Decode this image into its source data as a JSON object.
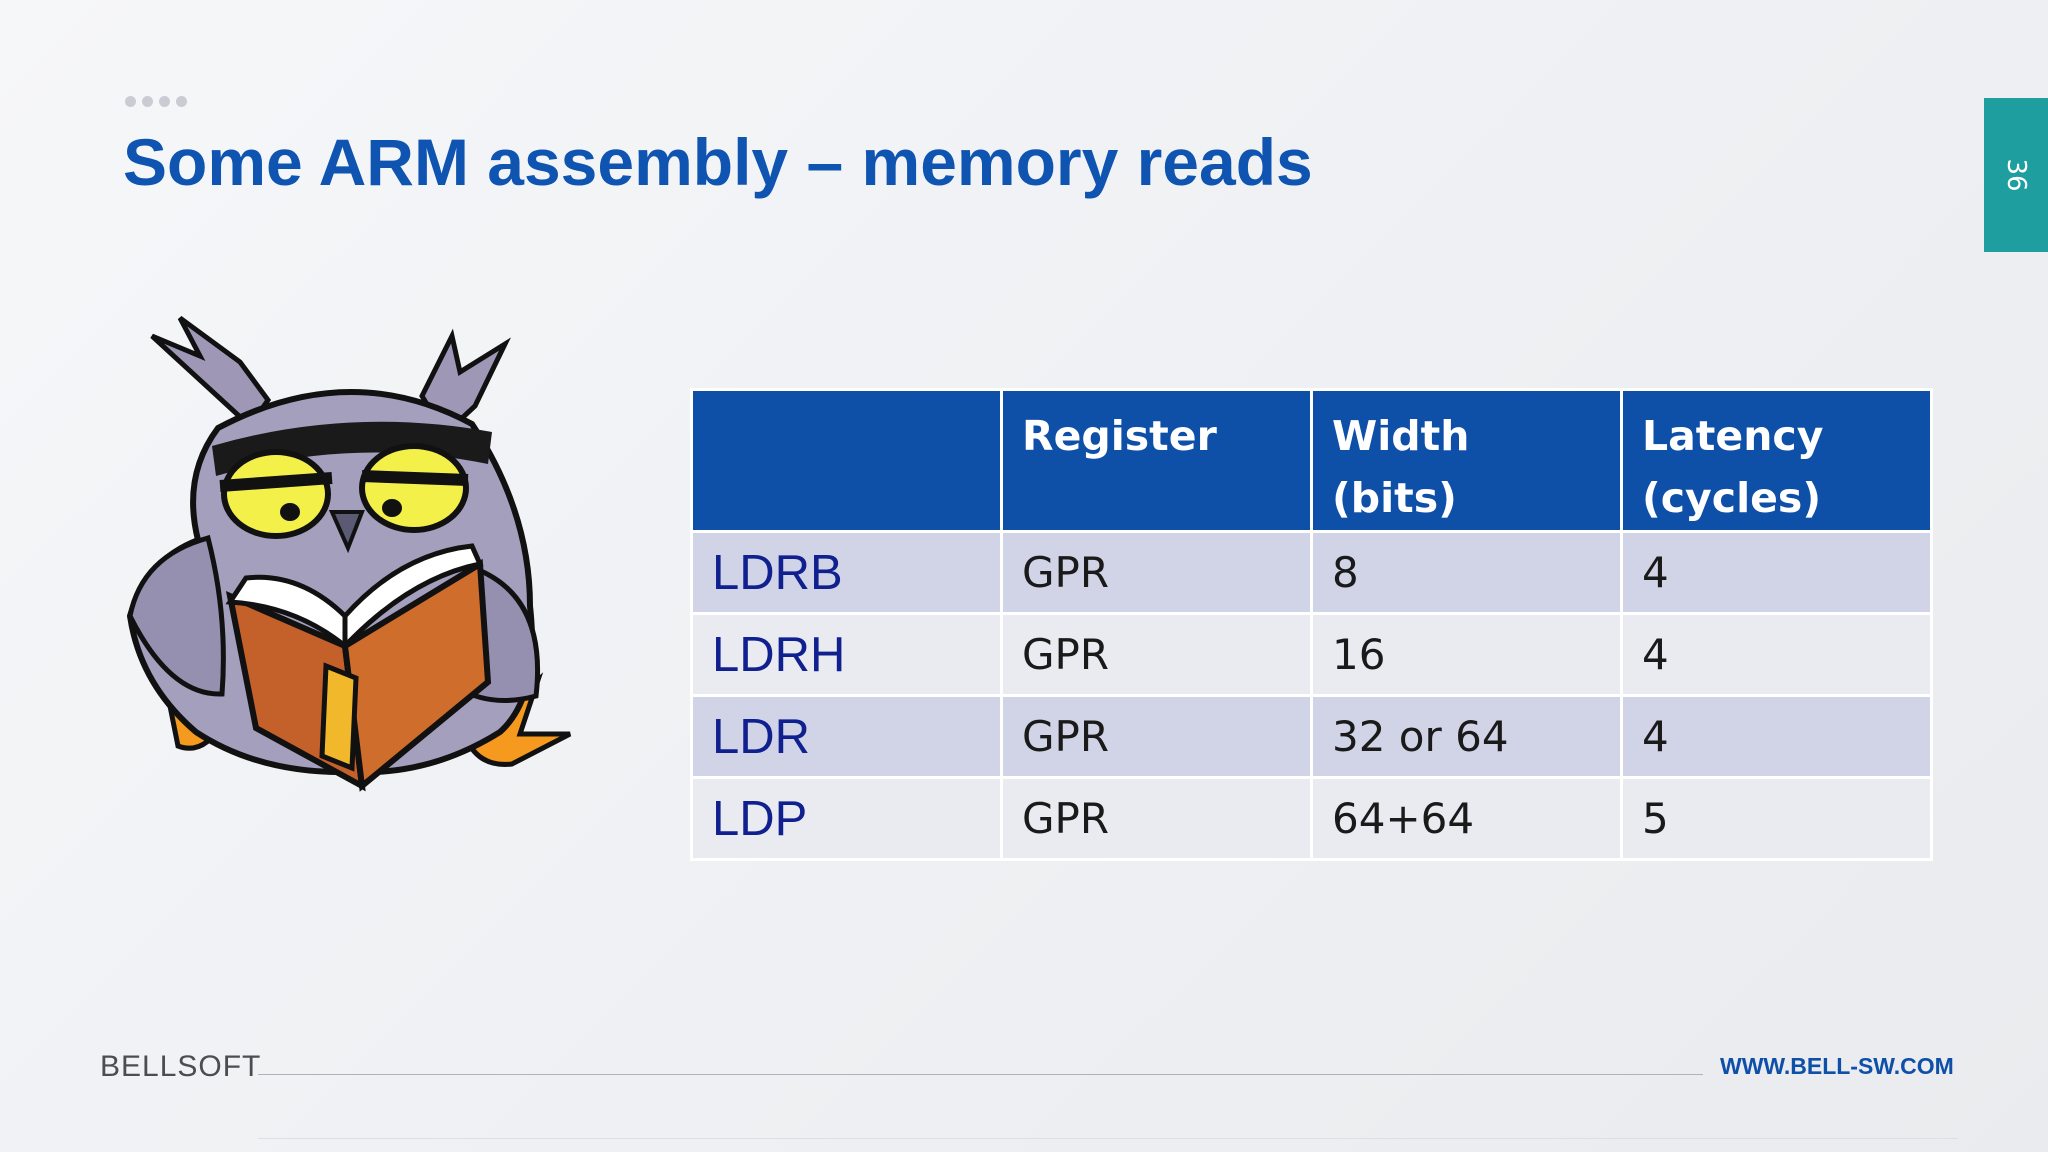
{
  "slide": {
    "title": "Some ARM assembly – memory reads",
    "page_number": "36"
  },
  "table": {
    "headers": [
      "",
      "Register",
      "Width (bits)",
      "Latency (cycles)"
    ],
    "header_lines": {
      "latency_line1": "Latency",
      "latency_line2": "(cycles)"
    },
    "rows": [
      {
        "instruction": "LDRB",
        "register": "GPR",
        "width": "8",
        "latency": "4"
      },
      {
        "instruction": "LDRH",
        "register": "GPR",
        "width": "16",
        "latency": "4"
      },
      {
        "instruction": "LDR",
        "register": "GPR",
        "width": "32 or 64",
        "latency": "4"
      },
      {
        "instruction": "LDP",
        "register": "GPR",
        "width": "64+64",
        "latency": "5"
      }
    ]
  },
  "footer": {
    "logo_text": "BELLSOFT",
    "website": "WWW.BELL-SW.COM"
  },
  "colors": {
    "title": "#0e54b0",
    "table_header": "#0e4fa8",
    "row_odd": "#d0d4e6",
    "row_even": "#e9ebf1",
    "page_tab": "#1f9ea0"
  },
  "icons": {
    "illustration": "owl-reading-book-icon",
    "logo": "bellsoft-logo"
  }
}
